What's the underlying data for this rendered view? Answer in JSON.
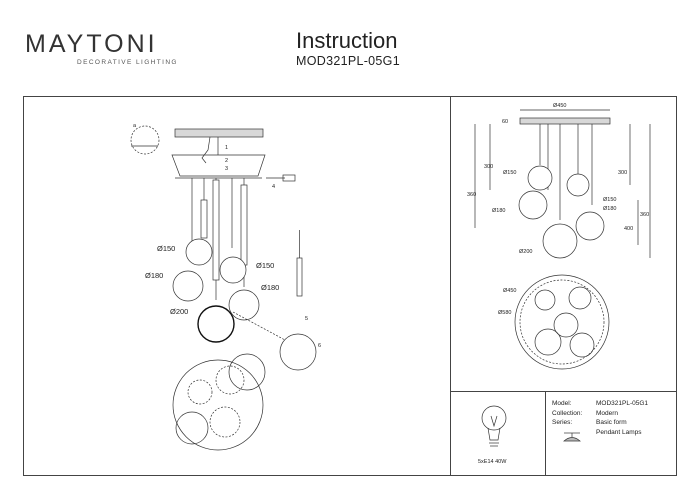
{
  "brand": {
    "name": "MAYTONI",
    "tagline": "DECORATIVE LIGHTING"
  },
  "header": {
    "title": "Instruction",
    "model": "MOD321PL-05G1"
  },
  "assembly": {
    "steps": [
      "a",
      "1",
      "2",
      "3",
      "4",
      "5",
      "6"
    ],
    "diameters": [
      "Ø150",
      "Ø180",
      "Ø200",
      "Ø150",
      "Ø180"
    ]
  },
  "dimensions": {
    "canopy": "Ø450",
    "top_gap": "60",
    "left_heights": [
      "300",
      "360"
    ],
    "right_heights": [
      "300",
      "360",
      "400"
    ],
    "spheres": [
      "Ø150",
      "Ø180",
      "Ø150",
      "Ø180",
      "Ø200"
    ],
    "plan": [
      "Ø450",
      "Ø580"
    ]
  },
  "lamp": {
    "spec": "5xE14 40W"
  },
  "info": {
    "model_label": "Model:",
    "model_value": "MOD321PL-05G1",
    "collection_label": "Collection:",
    "collection_value": "Modern",
    "series_label": "Series:",
    "series_value": "Basic form",
    "type_value": "Pendant Lamps"
  }
}
